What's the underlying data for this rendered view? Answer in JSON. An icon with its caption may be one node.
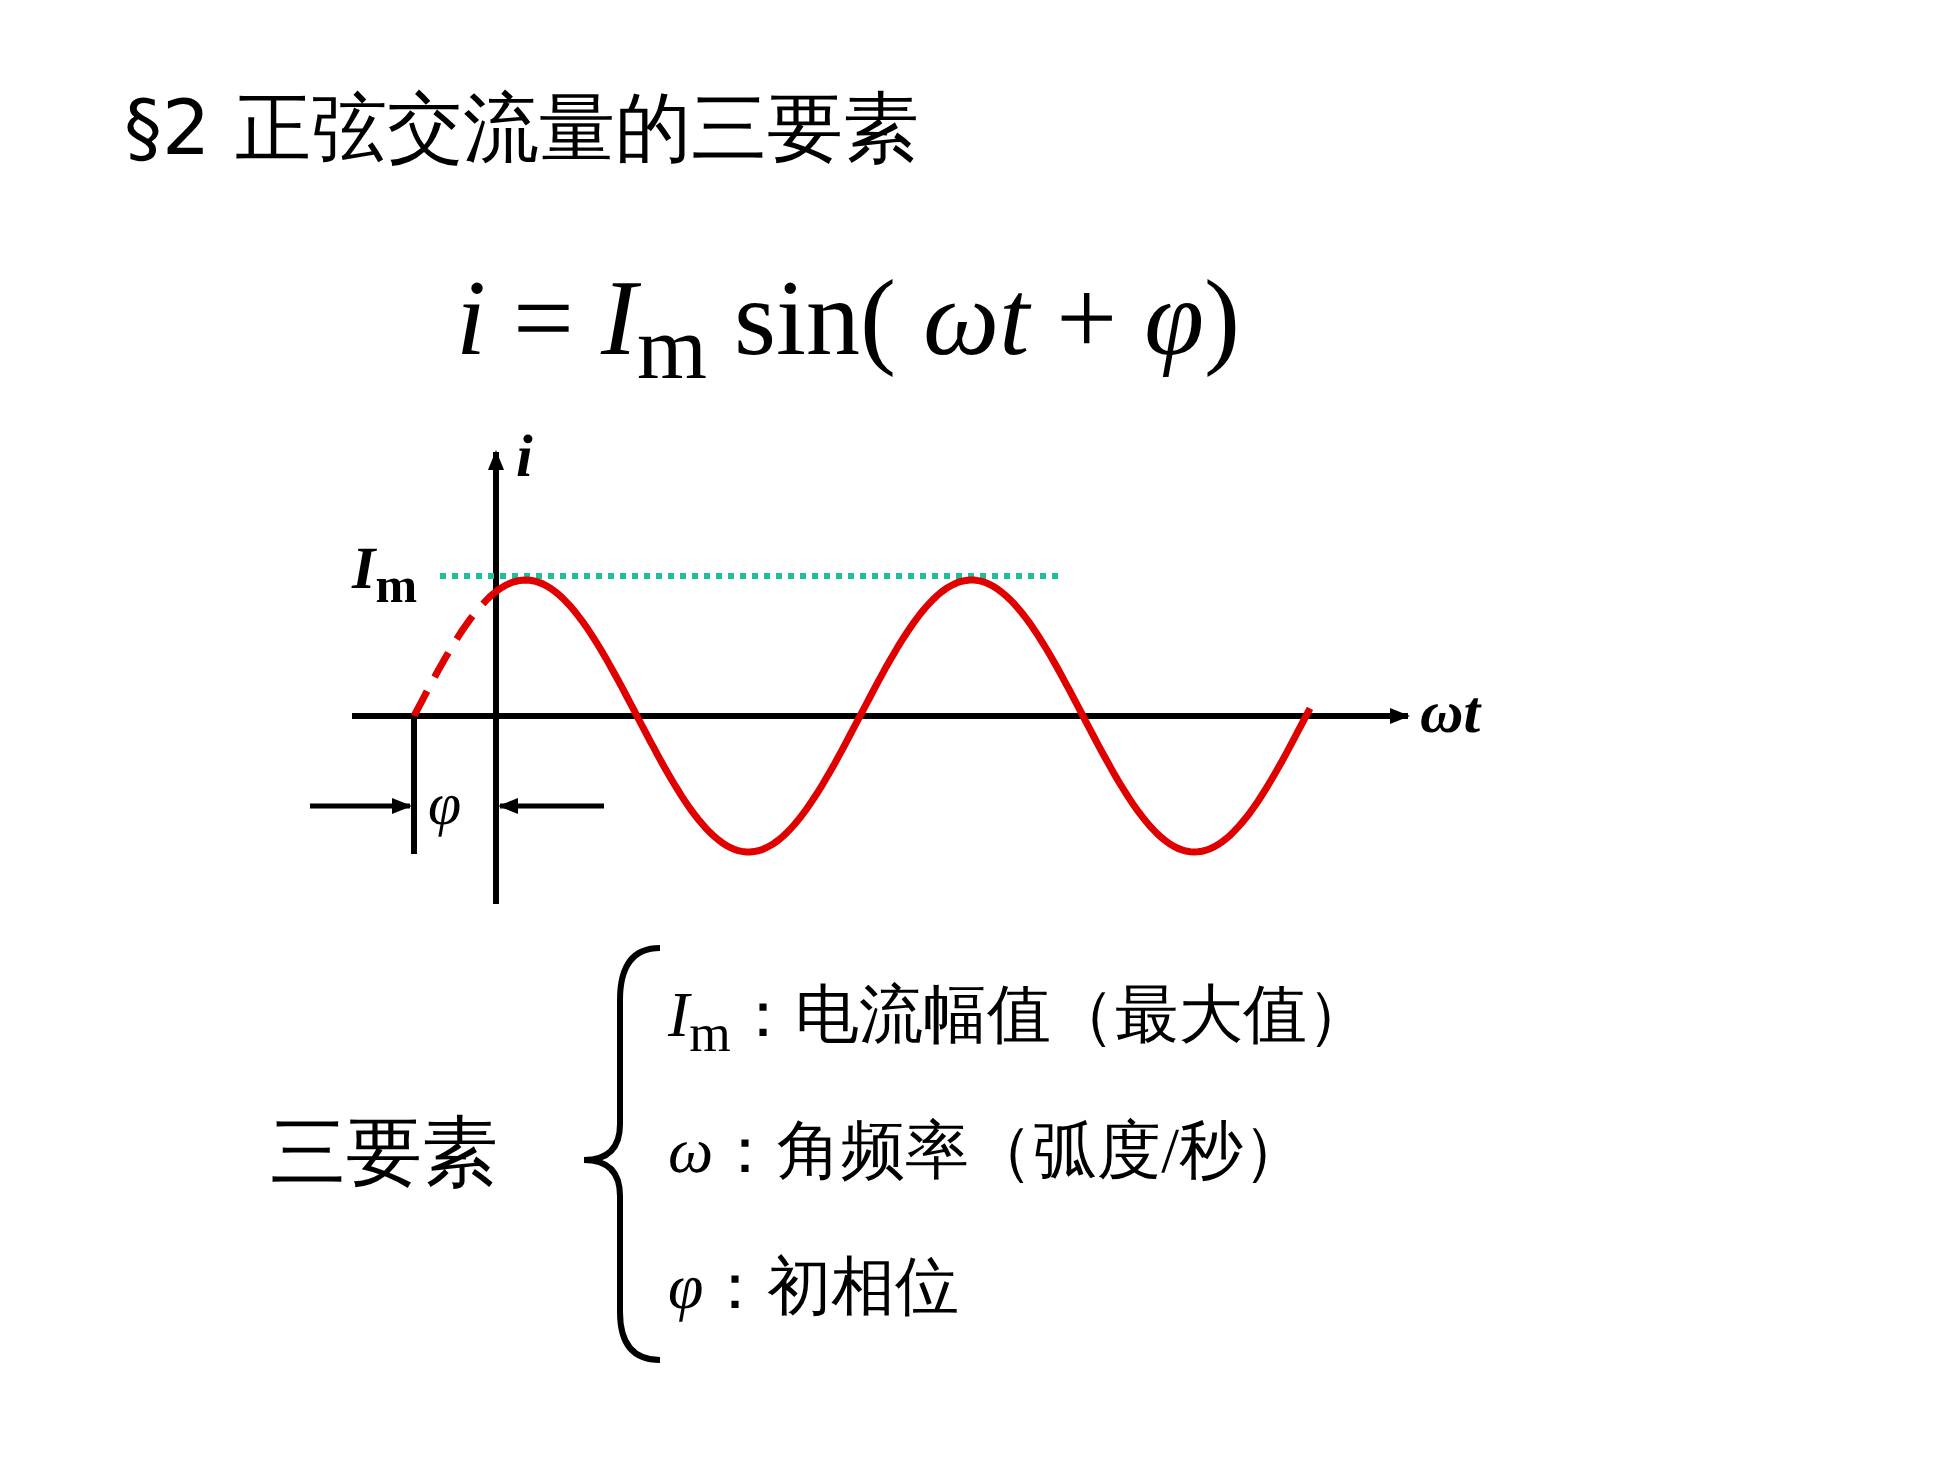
{
  "diagram": {
    "title": "§2 正弦交流量的三要素",
    "labels": [
      "*i* = *I*$_{m}$ sin( *ωt* + *φ*)",
      "i",
      "*I*$_{m}$",
      "ωt",
      "φ",
      "三要素",
      "*I*$_{m}$：电流幅值（最大值）",
      "*ω*：角频率（弧度/秒）",
      "*φ*：初相位"
    ]
  }
}
